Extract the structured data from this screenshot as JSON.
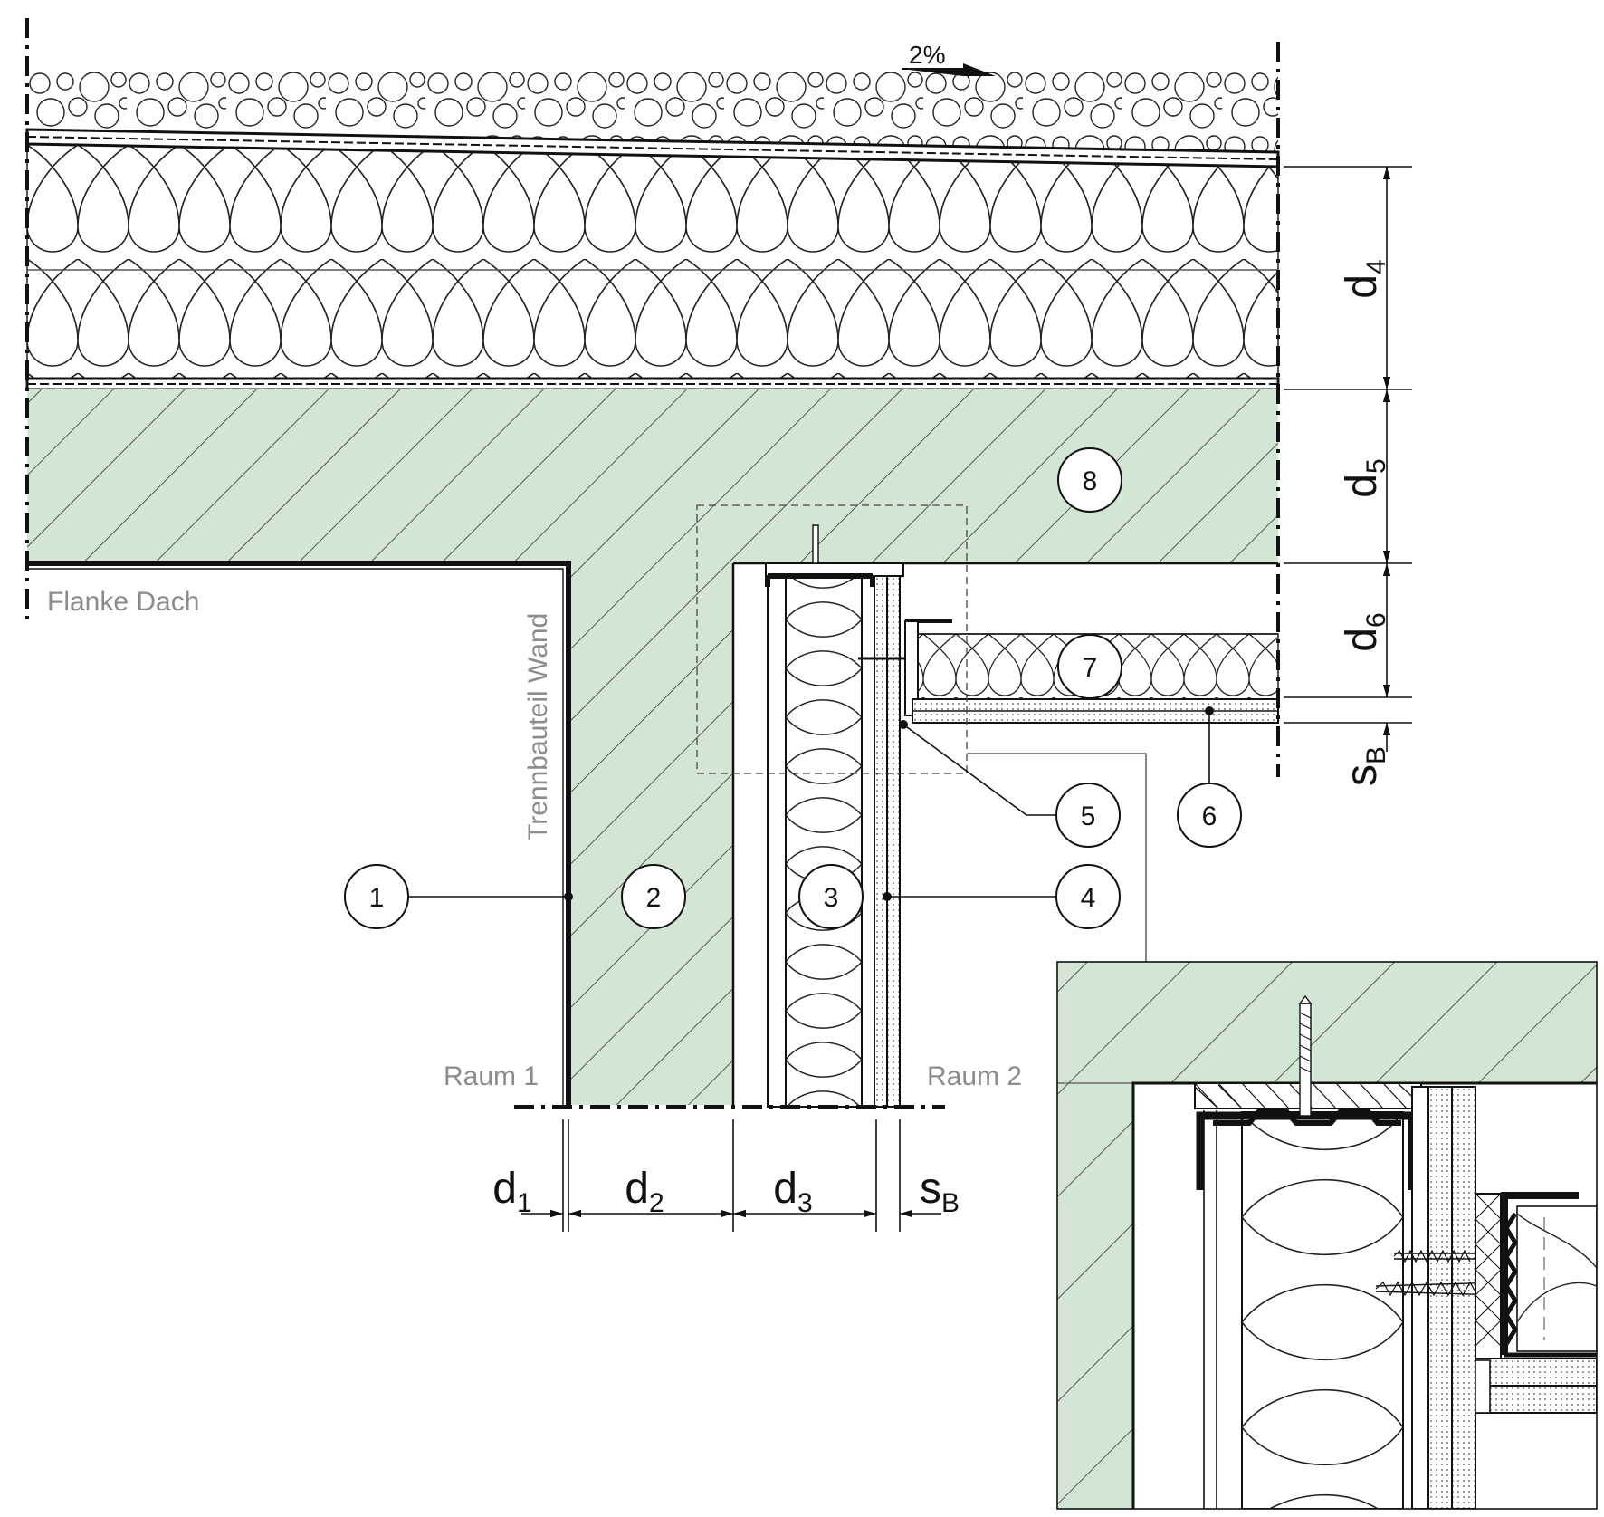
{
  "diagram": {
    "slope_label": "2%",
    "labels": {
      "flank_roof": "Flanke Dach",
      "partition_wall": "Trennbauteil Wand",
      "room_1": "Raum 1",
      "room_2": "Raum 2"
    },
    "callouts": [
      "1",
      "2",
      "3",
      "4",
      "5",
      "6",
      "7",
      "8"
    ],
    "dimensions": {
      "d1": {
        "main": "d",
        "sub": "1"
      },
      "d2": {
        "main": "d",
        "sub": "2"
      },
      "d3": {
        "main": "d",
        "sub": "3"
      },
      "sB_bottom": {
        "main": "s",
        "sub": "B"
      },
      "d4": {
        "main": "d",
        "sub": "4"
      },
      "d5": {
        "main": "d",
        "sub": "5"
      },
      "d6": {
        "main": "d",
        "sub": "6"
      },
      "sB_right": {
        "main": "s",
        "sub": "B"
      }
    },
    "colors": {
      "concrete_fill": "#d3e6d3",
      "line": "#111111",
      "label_gray": "#8c8c8c"
    }
  }
}
